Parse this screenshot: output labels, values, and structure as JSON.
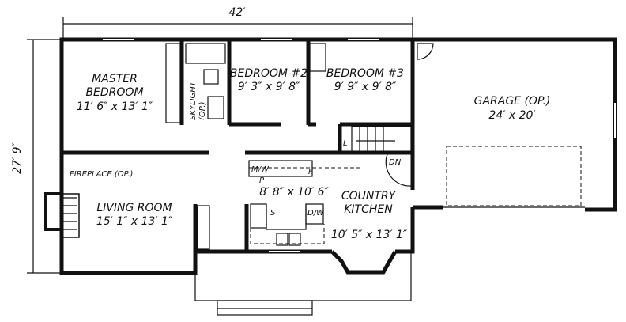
{
  "dimensions": {
    "width": "42′",
    "depth": "27′ 9″"
  },
  "rooms": {
    "master_bedroom": {
      "name_line1": "MASTER",
      "name_line2": "BEDROOM",
      "size": "11′ 6″ x 13′ 1″"
    },
    "skylight": {
      "name": "SKYLIGHT",
      "note": "(OP.)"
    },
    "bedroom2": {
      "name": "BEDROOM #2",
      "size": "9′ 3″ x 9′ 8″"
    },
    "bedroom3": {
      "name": "BEDROOM #3",
      "size": "9′ 9″ x 9′ 8″"
    },
    "garage": {
      "name": "GARAGE (OP.)",
      "size": "24′ x 20′"
    },
    "living_room": {
      "name": "LIVING ROOM",
      "size": "15′ 1″ x 13′ 1″"
    },
    "fireplace": {
      "name": "FIREPLACE (OP.)"
    },
    "dining": {
      "size": "8′ 8″ x 10′ 6″"
    },
    "kitchen": {
      "name_line1": "COUNTRY",
      "name_line2": "KITCHEN",
      "size": "10′ 5″ x 13′ 1″"
    }
  },
  "fixtures": {
    "linen": "L",
    "stairs_down": "DN",
    "microwave": "M/W",
    "fridge": "F",
    "pantry": "P",
    "sink": "S",
    "dishwasher": "D/W"
  }
}
